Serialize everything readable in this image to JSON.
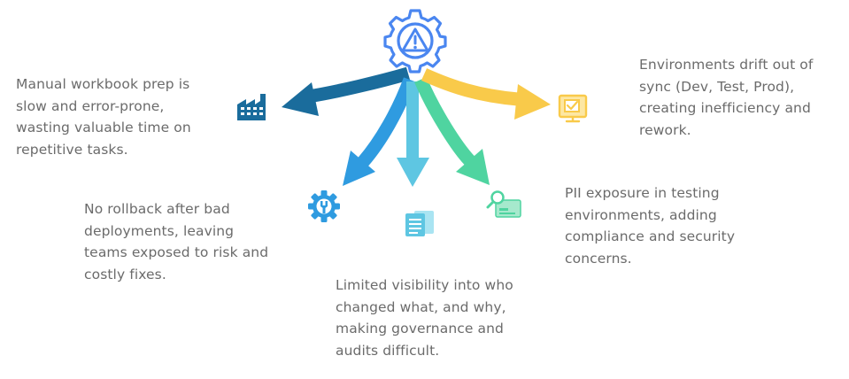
{
  "colors": {
    "gear": "#4a86f0",
    "warning": "#4a86f0",
    "arrow_left": "#1a6c9c",
    "arrow_down_left": "#2f9be0",
    "arrow_down": "#5ec6e2",
    "arrow_down_right": "#4fd4a0",
    "arrow_right": "#f9ca4a",
    "text": "#6b6b6b"
  },
  "center": {
    "icon": "gear-warning-icon"
  },
  "points": [
    {
      "id": "manual",
      "icon": "factory-icon",
      "color": "#1a6c9c",
      "text": "Manual workbook prep is slow and error-prone, wasting valuable time on repetitive tasks."
    },
    {
      "id": "rollback",
      "icon": "gear-wrench-icon",
      "color": "#2f9be0",
      "text": "No rollback after bad deployments, leaving teams exposed to risk and costly fixes."
    },
    {
      "id": "limited",
      "icon": "documents-icon",
      "color": "#5ec6e2",
      "text": "Limited visibility into who changed what, and why, making governance and audits difficult."
    },
    {
      "id": "pii",
      "icon": "id-card-search-icon",
      "color": "#4fd4a0",
      "text": "PII exposure in testing environments, adding compliance and security concerns."
    },
    {
      "id": "env",
      "icon": "monitor-check-icon",
      "color": "#f9ca4a",
      "text": "Environments drift out of sync (Dev, Test, Prod), creating inefficiency and rework."
    }
  ]
}
